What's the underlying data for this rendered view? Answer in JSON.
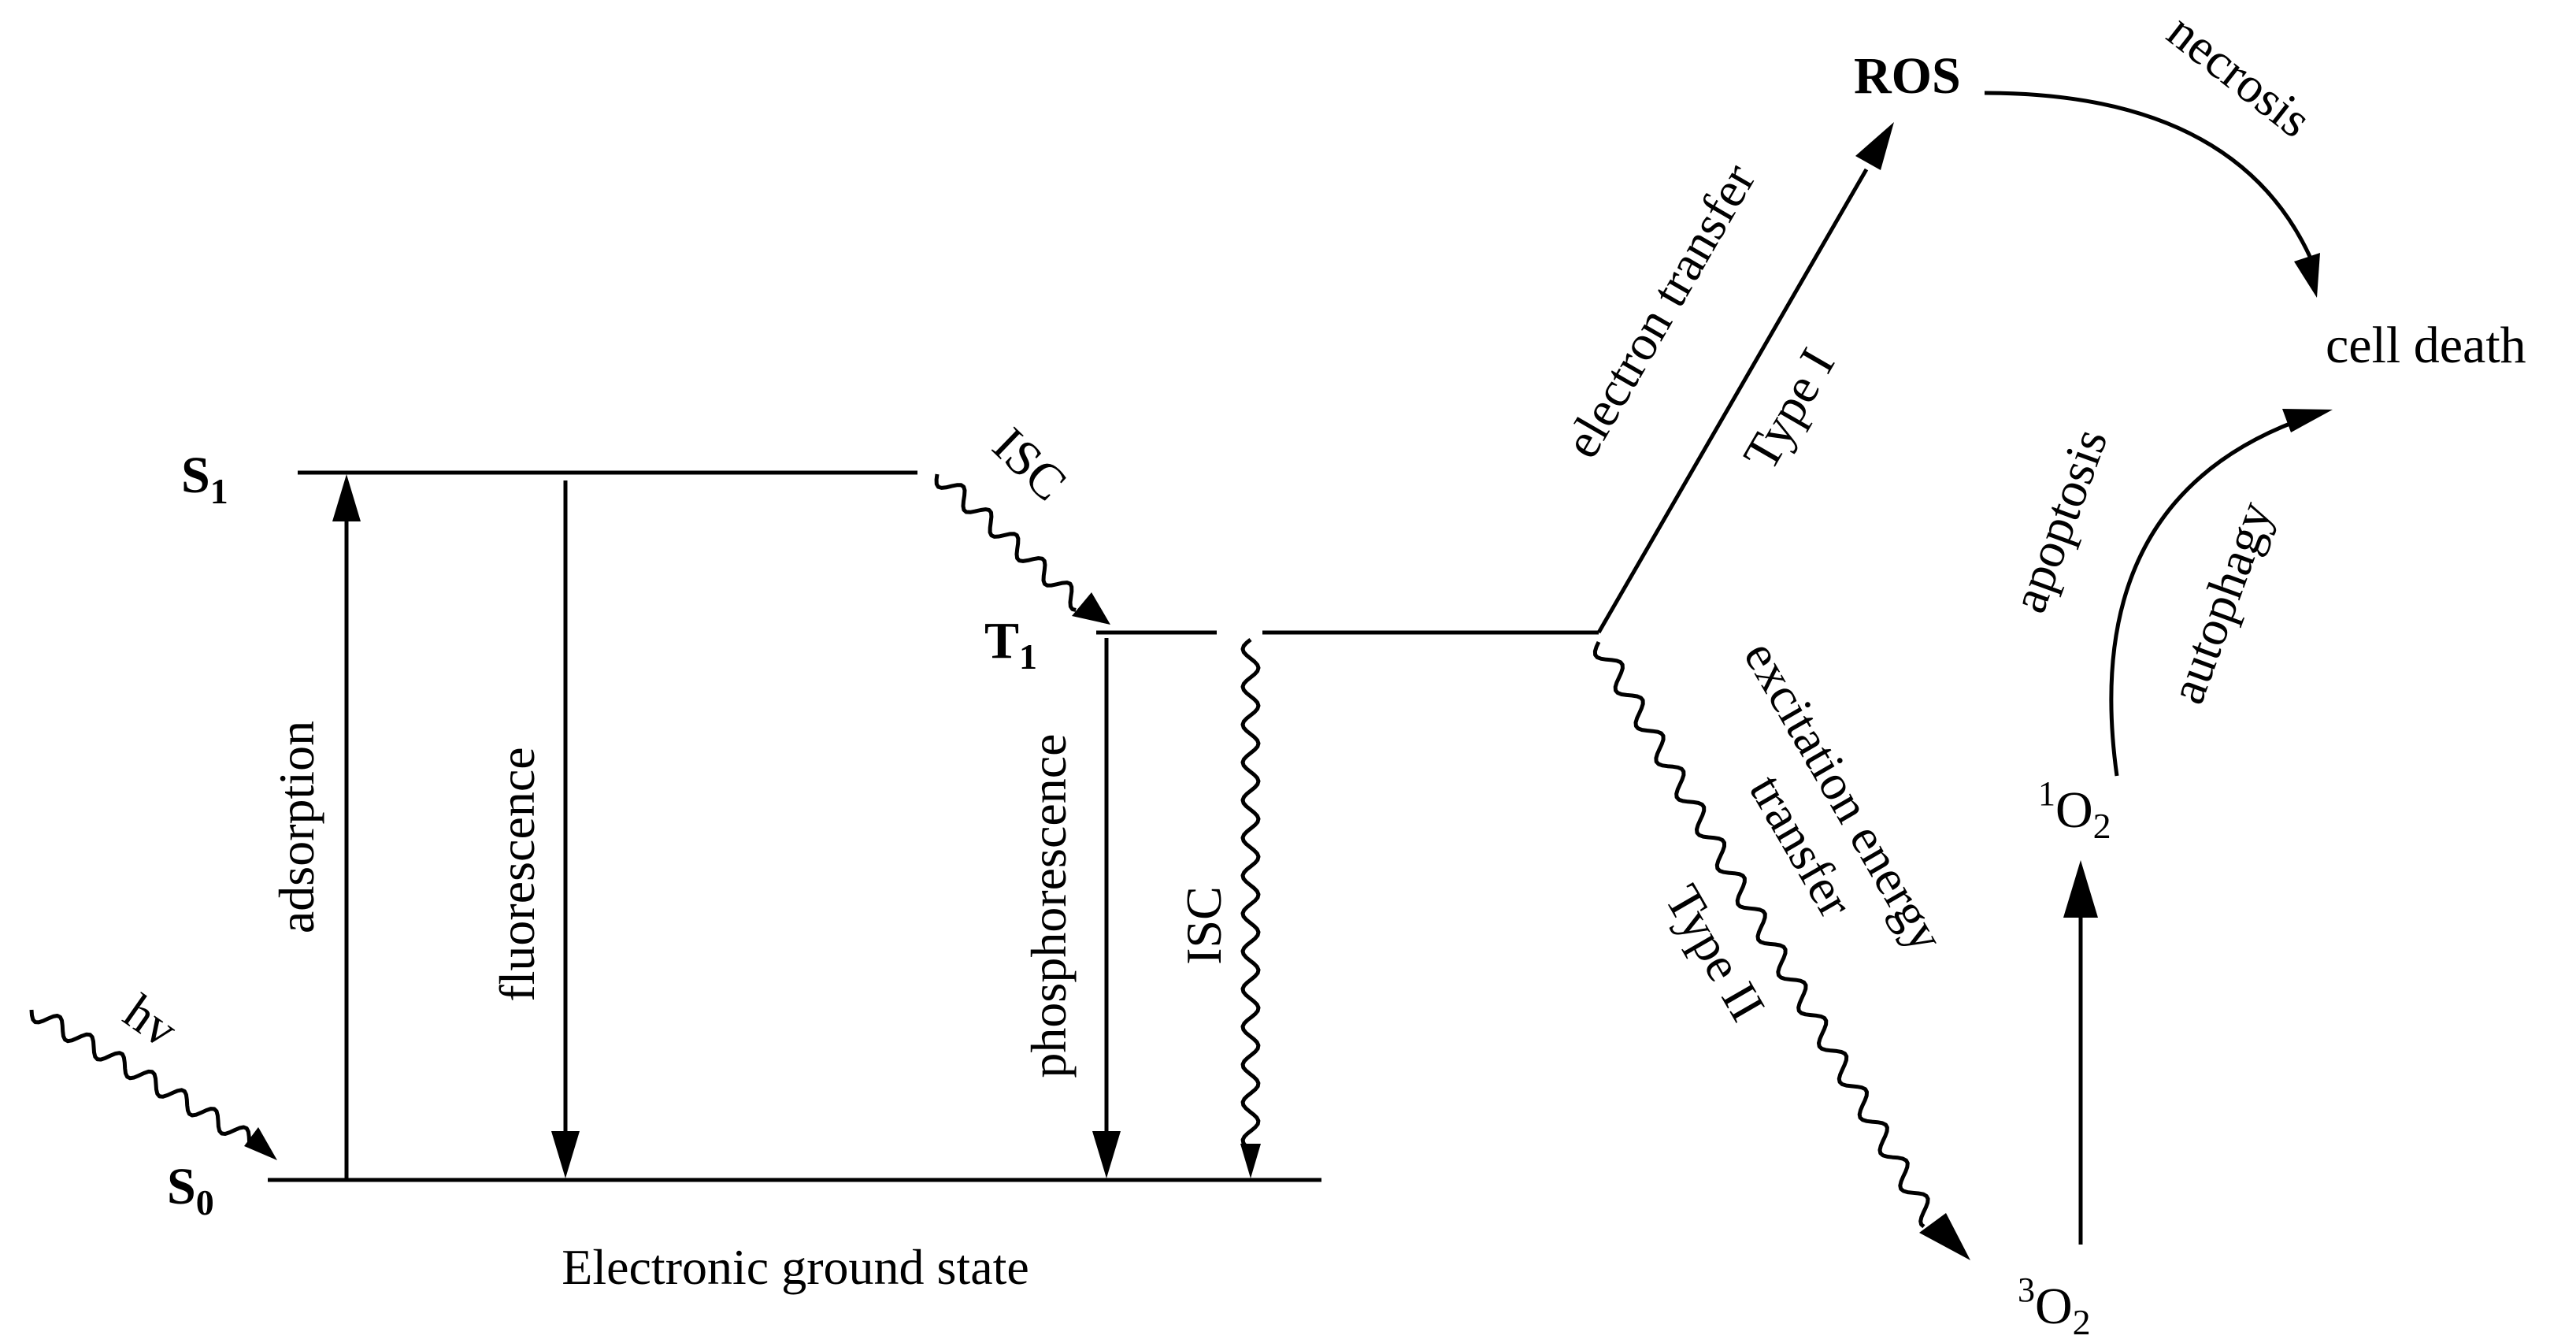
{
  "states": {
    "s1": {
      "letter": "S",
      "sub": "1"
    },
    "t1": {
      "letter": "T",
      "sub": "1"
    },
    "s0": {
      "letter": "S",
      "sub": "0"
    }
  },
  "processes": {
    "hv": "hv",
    "adsorption": "adsorption",
    "fluorescence": "fluorescence",
    "isc_top": "ISC",
    "phosphorescence": "phosphorescence",
    "isc_vertical": "ISC",
    "ground_state": "Electronic ground state"
  },
  "type1": {
    "electron_transfer": "electron transfer",
    "type_label": "Type I",
    "product": "ROS",
    "necrosis": "necrosis"
  },
  "type2": {
    "excitation_energy": "excitation energy",
    "transfer": "transfer",
    "type_label": "Type II",
    "triplet_oxygen": {
      "sup": "3",
      "base": "O",
      "sub": "2"
    },
    "singlet_oxygen": {
      "sup": "1",
      "base": "O",
      "sub": "2"
    },
    "apoptosis": "apoptosis",
    "autophagy": "autophagy"
  },
  "outcome": "cell death"
}
